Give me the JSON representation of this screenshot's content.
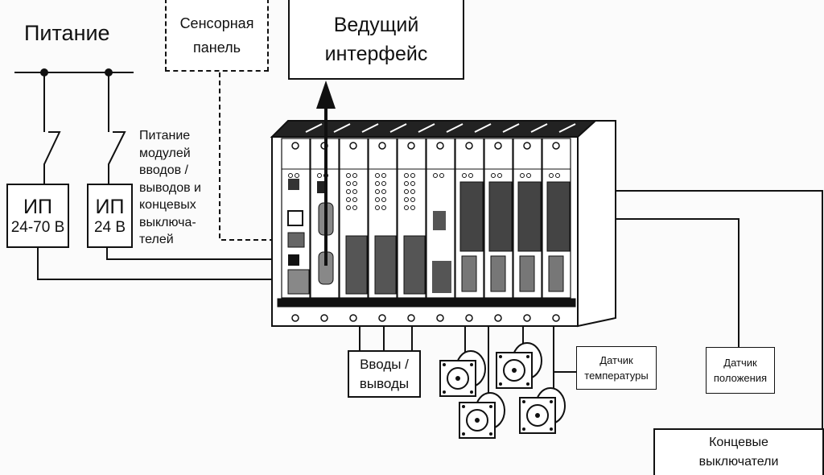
{
  "power": {
    "title": "Питание",
    "psu1": {
      "label": "ИП",
      "voltage": "24-70 В"
    },
    "psu2": {
      "label": "ИП",
      "voltage": "24 В"
    },
    "io_power_note": [
      "Питание",
      "модулей",
      "вводов /",
      "выводов и",
      "концевых",
      "выключа-",
      "телей"
    ]
  },
  "touch_panel": {
    "lines": [
      "Сенсорная",
      "панель"
    ]
  },
  "master_interface": {
    "lines": [
      "Ведущий",
      "интерфейс"
    ]
  },
  "io_box": {
    "lines": [
      "Вводы /",
      "выводы"
    ]
  },
  "temp_sensor": {
    "lines": [
      "Датчик",
      "температуры"
    ]
  },
  "position_sensor": {
    "lines": [
      "Датчик",
      "положения"
    ]
  },
  "limit_switches": {
    "lines": [
      "Концевые",
      "выключатели"
    ]
  }
}
